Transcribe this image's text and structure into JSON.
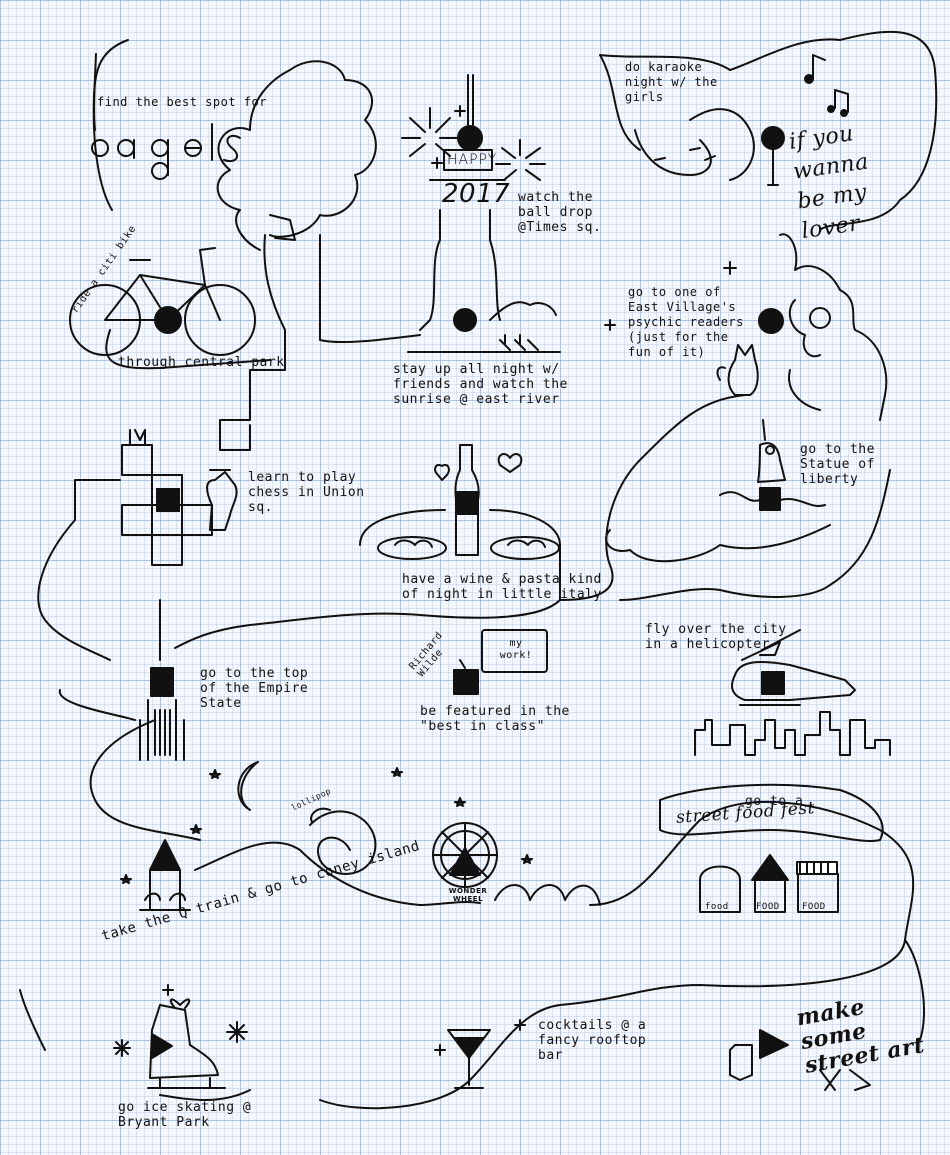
{
  "page": {
    "background": "#f3f6fb",
    "grid_color": "#9cb7dc",
    "ink": "#111111"
  },
  "items": {
    "bagels_line1": "find the best spot for",
    "bagels_word": "bagels",
    "citibike_pre": "ride a citi bike",
    "citibike_post": "through central park",
    "balldrop_happy": "HAPPY",
    "balldrop_year": "2017",
    "balldrop_label": "watch the ball drop @Times sq.",
    "karaoke_label": "do karaoke night w/ the girls",
    "karaoke_lyric": "if you wanna be my lover",
    "sunrise_label": "stay up all night w/ friends and watch the sunrise @ east river",
    "psychic_label": "go to one of East Village's psychic readers (just for the fun of it)",
    "chess_label": "learn to play chess in Union sq.",
    "liberty_label": "go to the Statue of liberty",
    "pasta_label": "have a wine & pasta kind of night in little italy",
    "empire_label": "go to the top of the Empire State",
    "featured_richard": "Richard Wilde",
    "featured_sign": "my work!",
    "featured_label": "be featured in the \"best in class\"",
    "helicopter_label": "fly over the city in a helicopter",
    "coney_label": "take the Q train & go to coney island",
    "lollipop": "lollipop",
    "wonder_wheel": "WONDER WHEEL",
    "streetfood_pre": "go to a",
    "streetfood_word": "street food fest",
    "food_signs": [
      "food",
      "FOOD",
      "FOOD"
    ],
    "iceskating_label": "go ice skating @ Bryant Park",
    "cocktails_label": "cocktails @ a fancy rooftop bar",
    "art_label": "make some street art"
  },
  "icons": [
    "bagel-icon",
    "bicycle-icon",
    "tree-icon",
    "times-square-ball-icon",
    "fireworks-icon",
    "singers-icon",
    "microphone-icon",
    "music-note-icon",
    "psychic-woman-icon",
    "cat-icon",
    "chess-board-icon",
    "chess-knight-icon",
    "statue-of-liberty-icon",
    "wine-bottle-icon",
    "pasta-plate-icon",
    "empire-state-building-icon",
    "frame-icon",
    "helicopter-icon",
    "skyline-icon",
    "moon-icon",
    "carousel-icon",
    "ferris-wheel-icon",
    "wave-icon",
    "food-stall-icon",
    "ice-skate-icon",
    "snowflake-icon",
    "cocktail-glass-icon",
    "spray-can-icon"
  ]
}
